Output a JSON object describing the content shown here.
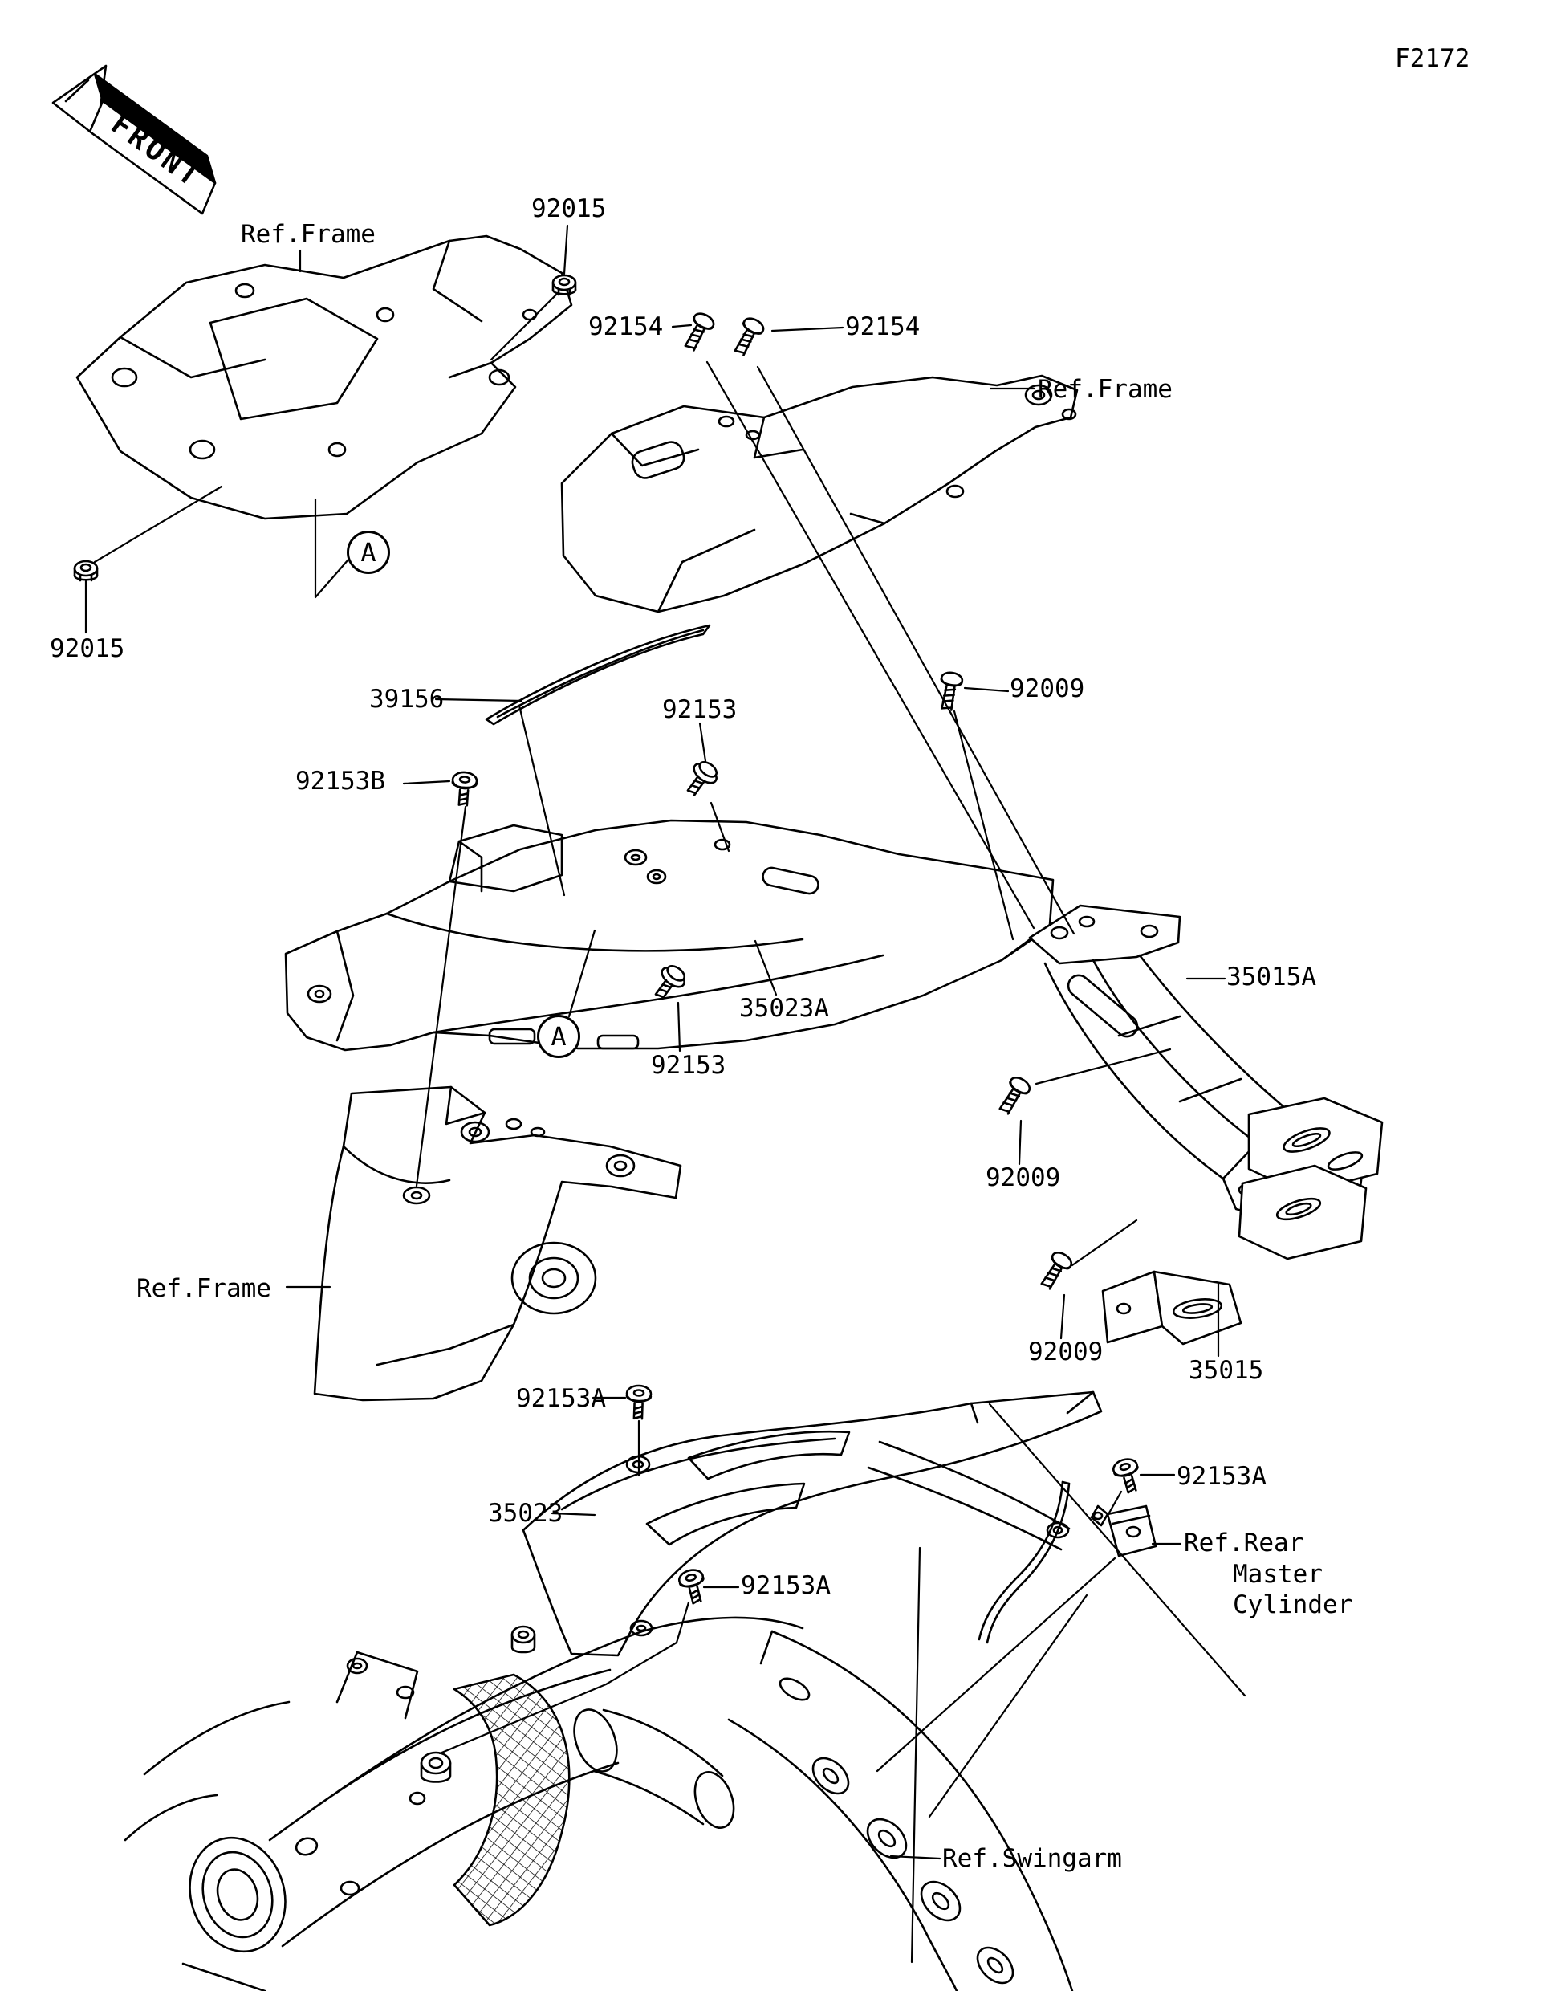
{
  "page": {
    "code": "F2172",
    "background": "#ffffff",
    "ink": "#000000"
  },
  "front_marker": {
    "label": "FRONT"
  },
  "detail_markers": [
    {
      "label": "A"
    },
    {
      "label": "A"
    }
  ],
  "callouts": [
    {
      "name": "ref-frame-1",
      "text": "Ref.Frame"
    },
    {
      "name": "part-92015-1",
      "text": "92015"
    },
    {
      "name": "part-92154-1",
      "text": "92154"
    },
    {
      "name": "part-92154-2",
      "text": "92154"
    },
    {
      "name": "ref-frame-2",
      "text": "Ref.Frame"
    },
    {
      "name": "part-92015-2",
      "text": "92015"
    },
    {
      "name": "part-39156",
      "text": "39156"
    },
    {
      "name": "part-92153-1",
      "text": "92153"
    },
    {
      "name": "part-92009-1",
      "text": "92009"
    },
    {
      "name": "part-92153B",
      "text": "92153B"
    },
    {
      "name": "part-35023A",
      "text": "35023A"
    },
    {
      "name": "part-92153-2",
      "text": "92153"
    },
    {
      "name": "part-35015A",
      "text": "35015A"
    },
    {
      "name": "part-92009-2",
      "text": "92009"
    },
    {
      "name": "part-92009-3",
      "text": "92009"
    },
    {
      "name": "part-35015",
      "text": "35015"
    },
    {
      "name": "ref-frame-3",
      "text": "Ref.Frame"
    },
    {
      "name": "part-92153A-1",
      "text": "92153A"
    },
    {
      "name": "part-35023",
      "text": "35023"
    },
    {
      "name": "part-92153A-2",
      "text": "92153A"
    },
    {
      "name": "part-92153A-3",
      "text": "92153A"
    },
    {
      "name": "ref-rear-line1",
      "text": "Ref.Rear"
    },
    {
      "name": "ref-rear-line2",
      "text": "Master"
    },
    {
      "name": "ref-rear-line3",
      "text": "Cylinder"
    },
    {
      "name": "ref-swingarm",
      "text": "Ref.Swingarm"
    }
  ]
}
